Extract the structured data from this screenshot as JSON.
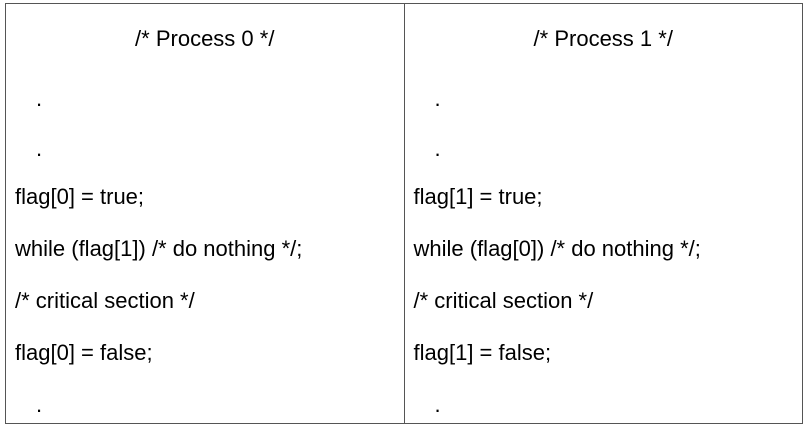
{
  "columns": [
    {
      "header": "/* Process 0 */",
      "lines": [
        ".",
        ".",
        "flag[0] = true;",
        "while (flag[1]) /* do nothing */;",
        "/* critical section */",
        "flag[0] = false;",
        "."
      ]
    },
    {
      "header": "/* Process 1 */",
      "lines": [
        ".",
        ".",
        "flag[1] = true;",
        "while (flag[0]) /* do nothing */;",
        "/* critical section */",
        "flag[1] = false;",
        "."
      ]
    }
  ]
}
